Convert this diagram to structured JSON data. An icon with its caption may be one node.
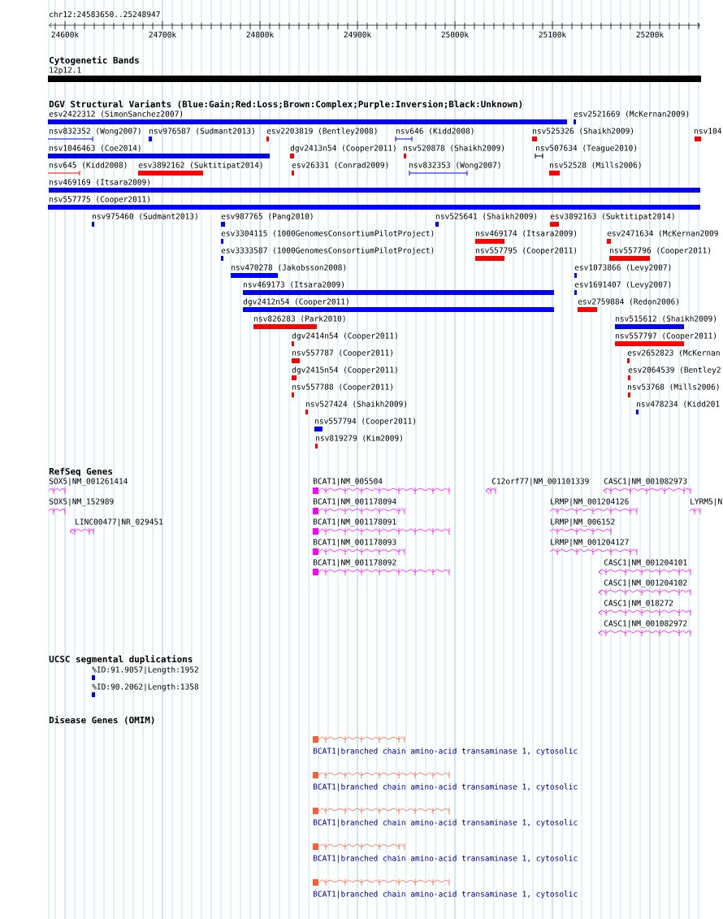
{
  "diagram": {
    "title": "chr12:24583650..25248947",
    "nodes": [
      {
        "text": [
          "12p12.1"
        ]
      },
      {
        "text": [
          "esv2422312 (SimonSanchez2007)"
        ]
      },
      {
        "text": [
          "esv2521669 (McKernan2009)"
        ]
      },
      {
        "text": [
          "nsv832352 (Wong2007)"
        ]
      },
      {
        "text": [
          "nsv976587 (Sudmant2013)"
        ]
      },
      {
        "text": [
          "esv2203819 (Bentley2008)"
        ]
      },
      {
        "text": [
          "nsv646 (Kidd2008)"
        ]
      },
      {
        "text": [
          "nsv525326 (Shaikh2009)"
        ]
      },
      {
        "text": [
          "nsv104"
        ]
      },
      {
        "text": [
          "nsv1046463 (Coe2014)"
        ]
      },
      {
        "text": [
          "dgv2413n54 (Cooper2011)"
        ]
      },
      {
        "text": [
          "nsv520878 (Shaikh2009)"
        ]
      },
      {
        "text": [
          "nsv507634 (Teague2010)"
        ]
      },
      {
        "text": [
          "nsv645 (Kidd2008)"
        ]
      },
      {
        "text": [
          "esv3892162 (Suktitipat2014)"
        ]
      },
      {
        "text": [
          "esv26331 (Conrad2009)"
        ]
      },
      {
        "text": [
          "nsv832353 (Wong2007)"
        ]
      },
      {
        "text": [
          "nsv52528 (Mills2006)"
        ]
      },
      {
        "text": [
          "nsv469169 (Itsara2009)"
        ]
      },
      {
        "text": [
          "nsv557775 (Cooper2011)"
        ]
      },
      {
        "text": [
          "nsv975460 (Sudmant2013)"
        ]
      },
      {
        "text": [
          "esv987765 (Pang2010)"
        ]
      },
      {
        "text": [
          "nsv525641 (Shaikh2009)"
        ]
      },
      {
        "text": [
          "esv3892163 (Suktitipat2014)"
        ]
      },
      {
        "text": [
          "esv3304115 (1000GenomesConsortiumPilotProject)"
        ]
      },
      {
        "text": [
          "nsv469174 (Itsara2009)"
        ]
      },
      {
        "text": [
          "esv2471634 (McKernan2009"
        ]
      },
      {
        "text": [
          "esv3333587 (1000GenomesConsortiumPilotProject)"
        ]
      },
      {
        "text": [
          "nsv557795 (Cooper2011)"
        ]
      },
      {
        "text": [
          "nsv557796 (Cooper2011)"
        ]
      },
      {
        "text": [
          "nsv470278 (Jakobsson2008)"
        ]
      },
      {
        "text": [
          "esv1073866 (Levy2007)"
        ]
      },
      {
        "text": [
          "nsv469173 (Itsara2009)"
        ]
      },
      {
        "text": [
          "esv1691407 (Levy2007)"
        ]
      },
      {
        "text": [
          "dgv2412n54 (Cooper2011)"
        ]
      },
      {
        "text": [
          "esv2759884 (Redon2006)"
        ]
      },
      {
        "text": [
          "nsv826283 (Park2010)"
        ]
      },
      {
        "text": [
          "nsv515612 (Shaikh2009)"
        ]
      },
      {
        "text": [
          "dgv2414n54 (Cooper2011)"
        ]
      },
      {
        "text": [
          "nsv557797 (Cooper2011)"
        ]
      },
      {
        "text": [
          "nsv557787 (Cooper2011)"
        ]
      },
      {
        "text": [
          "esv2652823 (McKernan"
        ]
      },
      {
        "text": [
          "dgv2415n54 (Cooper2011)"
        ]
      },
      {
        "text": [
          "esv2064539 (Bentley2"
        ]
      },
      {
        "text": [
          "nsv557788 (Cooper2011)"
        ]
      },
      {
        "text": [
          "nsv53768 (Mills2006)"
        ]
      },
      {
        "text": [
          "nsv527424 (Shaikh2009)"
        ]
      },
      {
        "text": [
          "nsv478234 (Kidd201"
        ]
      },
      {
        "text": [
          "nsv557794 (Cooper2011)"
        ]
      },
      {
        "text": [
          "nsv819279 (Kim2009)"
        ]
      },
      {
        "text": [
          "SOX5|NM_001261414"
        ]
      },
      {
        "text": [
          "BCAT1|NM_005504"
        ]
      },
      {
        "text": [
          "C12orf77|NM_001101339"
        ]
      },
      {
        "text": [
          "CASC1|NM_001082973"
        ]
      },
      {
        "text": [
          "SOX5|NM_152989"
        ]
      },
      {
        "text": [
          "BCAT1|NM_001178094"
        ]
      },
      {
        "text": [
          "LRMP|NM_001204126"
        ]
      },
      {
        "text": [
          "LYRM5|N"
        ]
      },
      {
        "text": [
          "LINC00477|NR_029451"
        ]
      },
      {
        "text": [
          "BCAT1|NM_001178091"
        ]
      },
      {
        "text": [
          "LRMP|NM_006152"
        ]
      },
      {
        "text": [
          "BCAT1|NM_001178093"
        ]
      },
      {
        "text": [
          "LRMP|NM_001204127"
        ]
      },
      {
        "text": [
          "BCAT1|NM_001178092"
        ]
      },
      {
        "text": [
          "CASC1|NM_001204101"
        ]
      },
      {
        "text": [
          "CASC1|NM_001204102"
        ]
      },
      {
        "text": [
          "CASC1|NM_018272"
        ]
      },
      {
        "text": [
          "CASC1|NM_001082972"
        ]
      },
      {
        "text": [
          "%ID:91.9057|Length:1952"
        ]
      },
      {
        "text": [
          "%ID:90.2062|Length:1358"
        ]
      },
      {
        "text": [
          "BCAT1|branched chain amino-acid transaminase 1, cytosolic"
        ]
      },
      {
        "text": [
          "BCAT1|branched chain amino-acid transaminase 1, cytosolic"
        ]
      },
      {
        "text": [
          "BCAT1|branched chain amino-acid transaminase 1, cytosolic"
        ]
      },
      {
        "text": [
          "BCAT1|branched chain amino-acid transaminase 1, cytosolic"
        ]
      },
      {
        "text": [
          "BCAT1|branched chain amino-acid transaminase 1, cytosolic"
        ]
      }
    ],
    "labels": [
      "24600k",
      "24700k",
      "24800k",
      "24900k",
      "25000k",
      "25100k",
      "25200k",
      "Cytogenetic Bands",
      "DGV Structural Variants (Blue:Gain;Red:Loss;Brown:Complex;Purple:Inversion;Black:Unknown)",
      "RefSeq Genes",
      "UCSC segmental duplications",
      "Disease Genes (OMIM)"
    ]
  }
}
